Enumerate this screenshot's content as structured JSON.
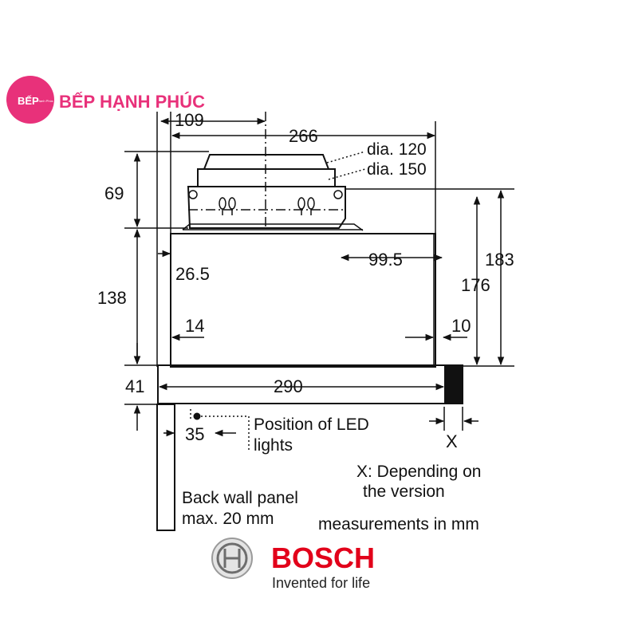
{
  "watermark": {
    "badge_text": "BẾP",
    "badge_subtext": "Hạnh Phúc",
    "name": "BẾP HẠNH PHÚC",
    "color": "#e8317a"
  },
  "dimensions": {
    "d109": "109",
    "d266": "266",
    "d69": "69",
    "d138": "138",
    "d26_5": "26.5",
    "d99_5": "99.5",
    "d183": "183",
    "d176": "176",
    "d14": "14",
    "d10": "10",
    "d41": "41",
    "d290": "290",
    "d35": "35",
    "dX": "X"
  },
  "callouts": {
    "dia120": "dia. 120",
    "dia150": "dia. 150",
    "led_line1": "Position of LED",
    "led_line2": "lights",
    "version_line1": "X: Depending on",
    "version_line2": "the version",
    "wall_line1": "Back wall panel",
    "wall_line2": "max. 20 mm",
    "units": "measurements in mm"
  },
  "brand": {
    "name": "BOSCH",
    "tagline": "Invented for life",
    "color": "#e2001a",
    "icon": "bosch-armature-icon"
  }
}
